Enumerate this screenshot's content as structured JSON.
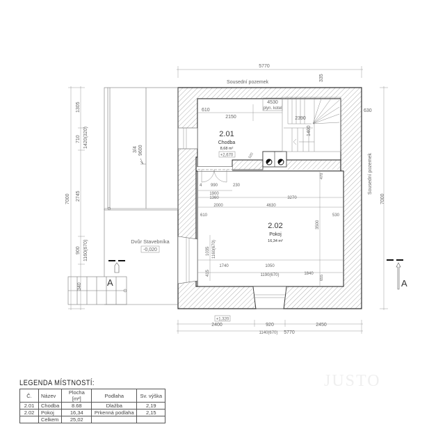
{
  "plan": {
    "top_dimension": "5770",
    "top_neighbor_label": "Sousední pozemek",
    "right_neighbor_label": "Sousední pozemek",
    "top_wall_dim": "335",
    "right_wall_dim": "630",
    "left_total": "7000",
    "right_total": "7000",
    "left_dims": [
      "1305",
      "710",
      "1420(320)",
      "2745",
      "900",
      "1160(670)",
      "340"
    ],
    "yard_length_dim": "9600",
    "yard_slope_label": "3/4",
    "yard": {
      "name": "Dvůr Stavebníka",
      "level": "-0,020"
    },
    "section_marker": "A",
    "rooms": [
      {
        "number": "2.01",
        "name": "Chodba",
        "area": "8,68 m²",
        "level": "+2,670"
      },
      {
        "number": "2.02",
        "name": "Pokoj",
        "area": "16,34 m²"
      }
    ],
    "corridor_dims": {
      "dim_4530": "4530",
      "boiler_label": "plyn. kotel",
      "dim_610": "610",
      "dim_2150": "2150",
      "dim_2390": "2390",
      "dim_1400": "1400",
      "dim_520": "520",
      "dim_4": "4",
      "dim_990": "990",
      "dim_230": "230",
      "dim_1900": "1900",
      "dim_1360": "1360",
      "dim_3270": "3270",
      "dim_2000": "2000",
      "dim_4630": "4630",
      "dim_470": "470"
    },
    "room_dims": {
      "dim_610": "610",
      "dim_530": "530",
      "dim_3500": "3500",
      "dim_1035": "1035",
      "dim_1160": "1160(670)",
      "dim_415": "415",
      "dim_1740": "1740",
      "dim_1050": "1050",
      "dim_1190": "1190(670)",
      "dim_1840": "1840",
      "dim_655": "655"
    },
    "bottom_dims": {
      "level": "+1,320",
      "d2400": "2400",
      "d920": "920",
      "d2450": "2450",
      "d1140": "1140(670)",
      "d5770": "5770"
    }
  },
  "legend": {
    "title": "LEGENDA MÍSTNOSTÍ:",
    "headers": [
      "Č.",
      "Název",
      "Plocha [m²]",
      "Podlaha",
      "Sv. výška"
    ],
    "rows": [
      [
        "2.01",
        "Chodba",
        "8.68",
        "Dlažba",
        "2,19"
      ],
      [
        "2.02",
        "Pokoj",
        "16,34",
        "Prkenná podlaha",
        "2,15"
      ],
      [
        "",
        "Celkem",
        "25,02",
        "",
        ""
      ]
    ]
  },
  "watermark": "JUSTO"
}
